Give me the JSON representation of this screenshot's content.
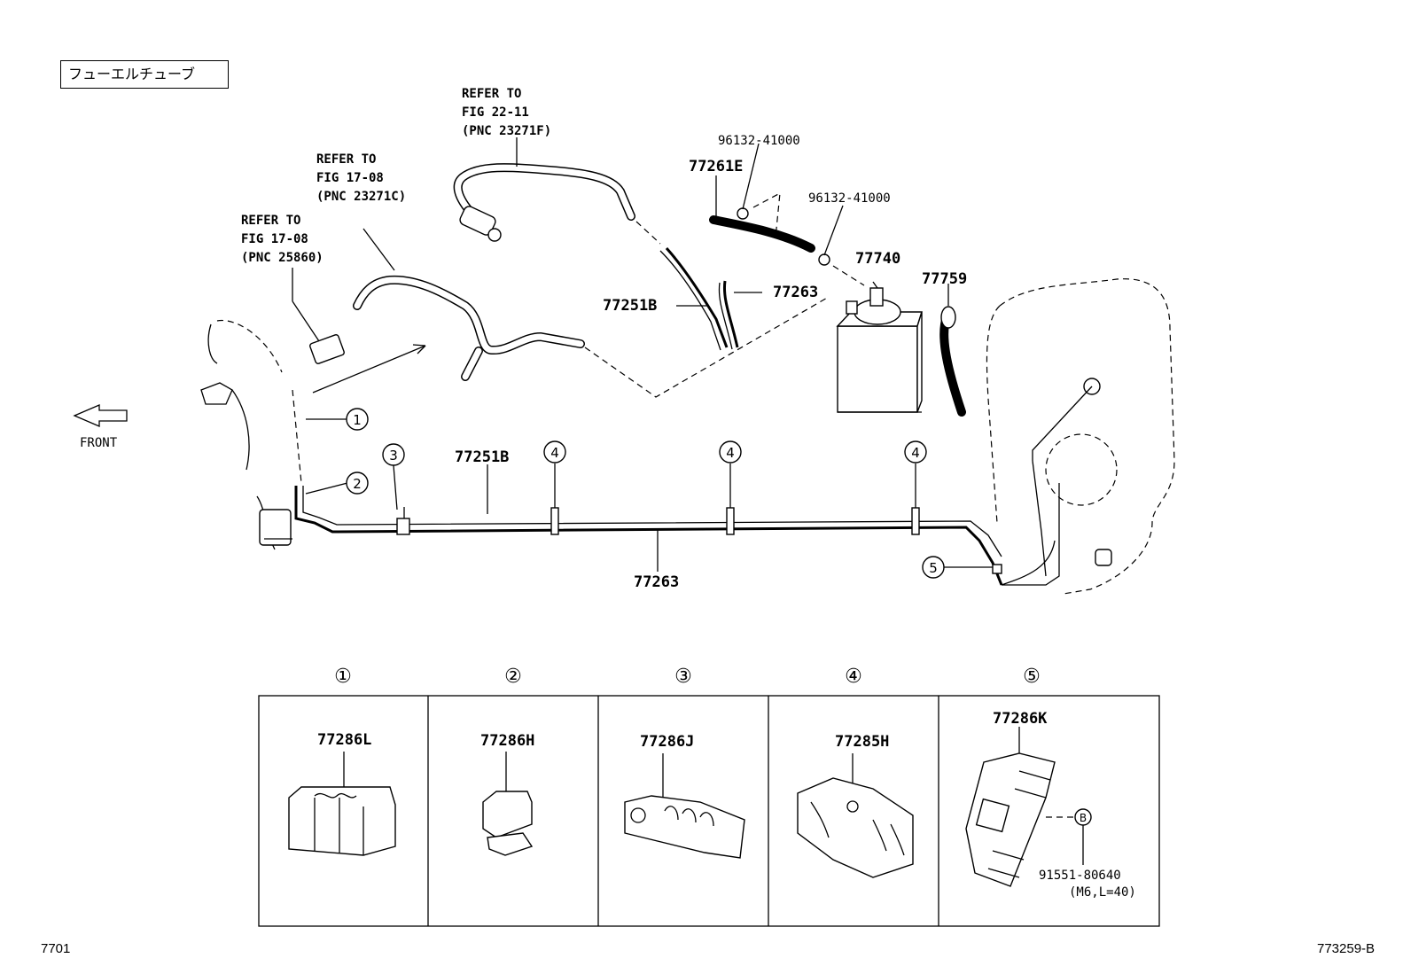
{
  "title_box": "フューエルチューブ",
  "front_label": "FRONT",
  "refs": [
    {
      "line1": "REFER TO",
      "line2": "FIG 22-11",
      "line3": "(PNC 23271F)"
    },
    {
      "line1": "REFER TO",
      "line2": "FIG 17-08",
      "line3": "(PNC 23271C)"
    },
    {
      "line1": "REFER TO",
      "line2": "FIG 17-08",
      "line3": "(PNC 25860)"
    }
  ],
  "parts": {
    "hose_77261e": "77261E",
    "clamp_a": "96132-41000",
    "clamp_b": "96132-41000",
    "canister": "77740",
    "hose_77759": "77759",
    "tube_upper_a": "77251B",
    "tube_upper_b": "77263",
    "tube_main_a": "77251B",
    "tube_main_b": "77263"
  },
  "callouts": [
    "①",
    "②",
    "③",
    "④",
    "⑤"
  ],
  "clamp_table": [
    {
      "num": "①",
      "part": "77286L"
    },
    {
      "num": "②",
      "part": "77286H"
    },
    {
      "num": "③",
      "part": "77286J"
    },
    {
      "num": "④",
      "part": "77285H"
    },
    {
      "num": "⑤",
      "part": "77286K"
    }
  ],
  "bolt_marker": "B",
  "bolt_part": "91551-80640",
  "bolt_spec": "(M6,L=40)",
  "page_left": "7701",
  "page_right": "773259-B"
}
